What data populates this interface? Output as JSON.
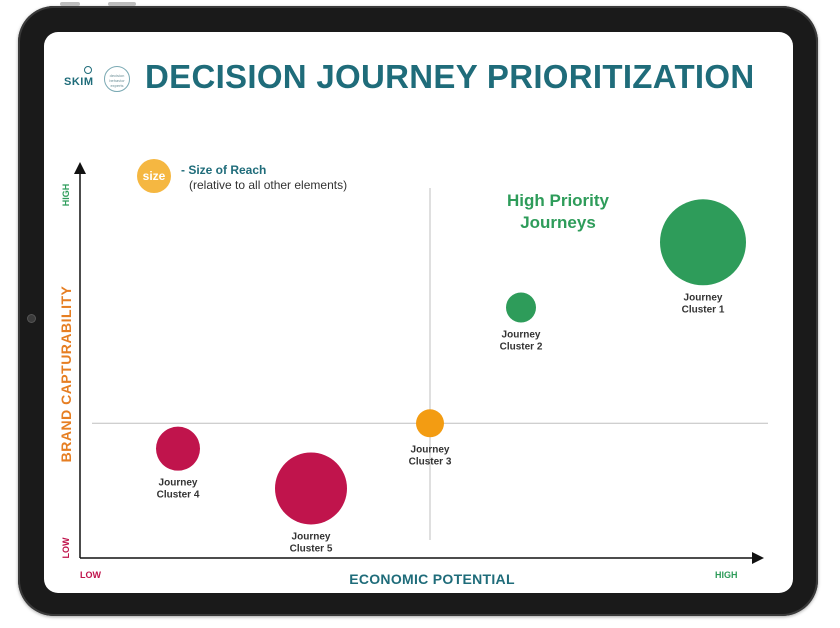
{
  "page": {
    "title": "DECISION JOURNEY PRIORITIZATION",
    "logo": {
      "word": "SKIM",
      "badge_text": "decision behavior experts"
    }
  },
  "colors": {
    "title": "#1f6c7a",
    "x_axis_label": "#1f6c7a",
    "y_axis_label": "#e67e22",
    "low": "#c0144c",
    "high": "#2e9c5a",
    "legend_size_circle": "#f5b741",
    "axis": "#111111",
    "gridline": "#bfbfbf"
  },
  "legend": {
    "circle_text": "size",
    "title": "- Size of Reach",
    "subtitle": "(relative to all other elements)"
  },
  "annotation": {
    "line1": "High Priority",
    "line2": "Journeys"
  },
  "chart_data": {
    "type": "scatter",
    "variant": "bubble",
    "title": "DECISION JOURNEY PRIORITIZATION",
    "xlabel": "ECONOMIC POTENTIAL",
    "ylabel": "BRAND CAPTURABILITY",
    "x_low_label": "LOW",
    "x_high_label": "HIGH",
    "y_low_label": "LOW",
    "y_high_label": "HIGH",
    "xlim": [
      0,
      100
    ],
    "ylim": [
      0,
      100
    ],
    "quadrant_divider": {
      "x": 50,
      "y": 35
    },
    "points": [
      {
        "label_line1": "Journey",
        "label_line2": "Cluster 1",
        "x": 89,
        "y": 85,
        "size": 43,
        "color": "#2e9c5a"
      },
      {
        "label_line1": "Journey",
        "label_line2": "Cluster 2",
        "x": 63,
        "y": 67,
        "size": 15,
        "color": "#2e9c5a"
      },
      {
        "label_line1": "Journey",
        "label_line2": "Cluster 3",
        "x": 50,
        "y": 35,
        "size": 14,
        "color": "#f39c12"
      },
      {
        "label_line1": "Journey",
        "label_line2": "Cluster 4",
        "x": 14,
        "y": 28,
        "size": 22,
        "color": "#c0144c"
      },
      {
        "label_line1": "Journey",
        "label_line2": "Cluster 5",
        "x": 33,
        "y": 17,
        "size": 36,
        "color": "#c0144c"
      }
    ]
  }
}
